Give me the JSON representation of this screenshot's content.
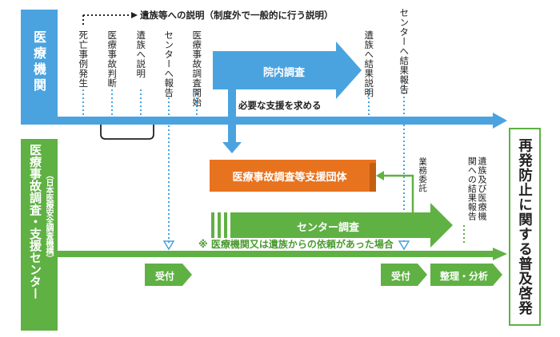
{
  "medical_institution": {
    "label": "医療機関"
  },
  "support_center": {
    "label": "医療事故調査・支援センター",
    "sublabel": "（日本医療安全調査機構）"
  },
  "top_note": "遺族等への説明（制度外で一般的に行う説明）",
  "medical_events": [
    "死亡事例発生",
    "医療事故判断",
    "遺族へ説明",
    "センターへ報告",
    "医療事故調査開始"
  ],
  "results_events": [
    "遺族へ結果説明",
    "センターへ結果報告"
  ],
  "internal_investigation": "院内調査",
  "support_request": "必要な支援を求める",
  "support_org": "医療事故調査等支援団体",
  "outsourcing": "業務委託",
  "center_investigation": "センター調査",
  "center_result": "遺族及び医療機関への結果報告",
  "request_note": "※ 医療機関又は遺族からの依頼があった場合",
  "center_actions": {
    "receive1": "受付",
    "receive2": "受付",
    "analysis": "整理・分析"
  },
  "recurrence_prevention": "再発防止に関する普及啓発",
  "colors": {
    "blue": "#4aa3df",
    "green": "#5fb143",
    "orange": "#e8731e",
    "dark": "#222222"
  }
}
